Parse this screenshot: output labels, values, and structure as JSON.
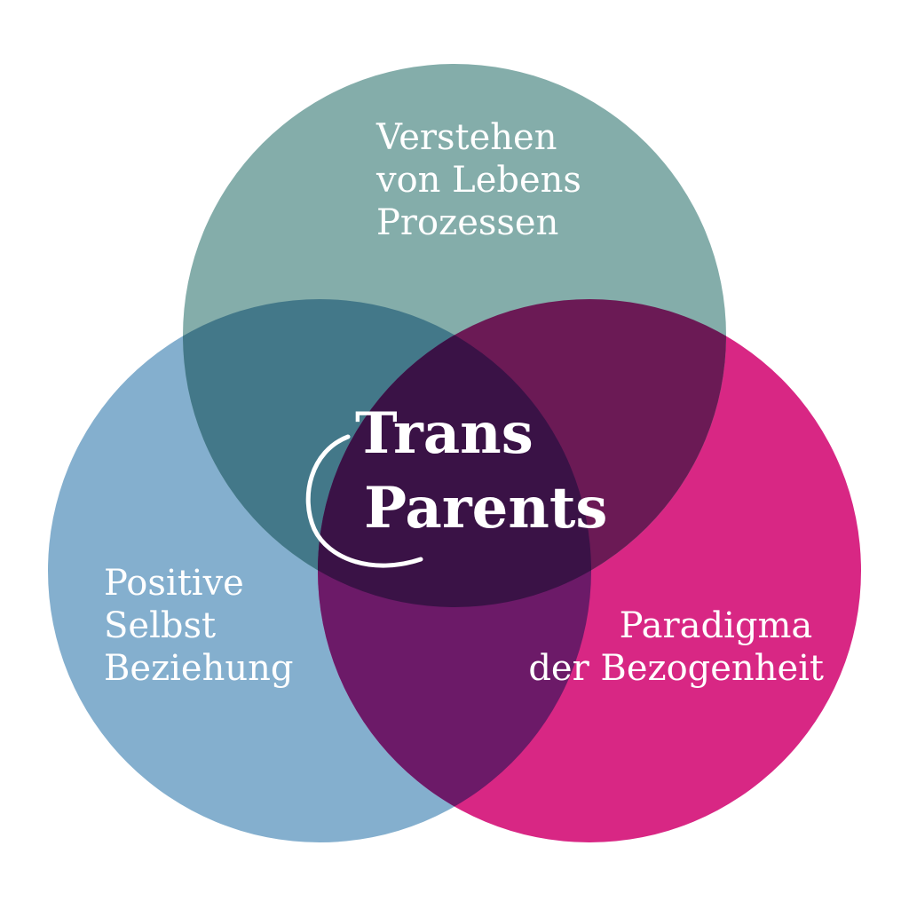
{
  "diagram": {
    "circles": {
      "top": {
        "lines": [
          "Verstehen",
          "von Lebens",
          "Prozessen"
        ],
        "color": "#84ADAA"
      },
      "left": {
        "lines": [
          "Positive",
          "Selbst",
          "Beziehung"
        ],
        "color": "#84AFCE"
      },
      "right": {
        "lines": [
          "Paradigma",
          "der Bezogenheit"
        ],
        "color": "#D82784"
      }
    },
    "overlap_colors": {
      "top_left": "#437889",
      "top_right": "#6B1A55",
      "left_right": "#6C1A68",
      "center": "#3A1246"
    },
    "center": {
      "line1": "Trans",
      "line2": "Parents"
    }
  }
}
